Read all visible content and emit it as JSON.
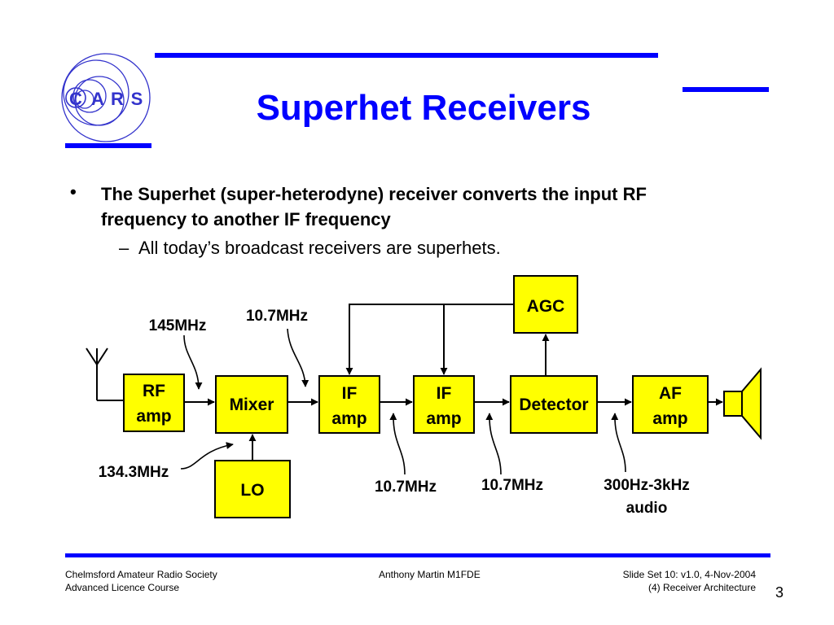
{
  "logo": {
    "letters": [
      "C",
      "A",
      "R",
      "S"
    ]
  },
  "title": "Superhet Receivers",
  "bullets": {
    "main_marker": "•",
    "main_line1": "The Superhet (super-heterodyne) receiver converts the input RF",
    "main_line2": "frequency to another IF frequency",
    "sub_marker": "–",
    "sub_text": "All today’s broadcast receivers are superhets."
  },
  "diagram": {
    "blocks": {
      "rf_amp": [
        "RF",
        "amp"
      ],
      "mixer": "Mixer",
      "if_amp1": [
        "IF",
        "amp"
      ],
      "if_amp2": [
        "IF",
        "amp"
      ],
      "detector": "Detector",
      "af_amp": [
        "AF",
        "amp"
      ],
      "agc": "AGC",
      "lo": "LO"
    },
    "labels": {
      "rf_freq": "145MHz",
      "mixer_out_freq": "10.7MHz",
      "lo_freq": "134.3MHz",
      "if1_out_freq": "10.7MHz",
      "if2_out_freq": "10.7MHz",
      "audio_line1": "300Hz-3kHz",
      "audio_line2": "audio"
    },
    "colors": {
      "block_fill": "#ffff00",
      "line": "#000000"
    }
  },
  "footer": {
    "left_line1": "Chelmsford Amateur Radio Society",
    "left_line2": "Advanced Licence Course",
    "center": "Anthony Martin M1FDE",
    "right_line1": "Slide Set 10:  v1.0,  4-Nov-2004",
    "right_line2": "(4) Receiver Architecture",
    "page_number": "3"
  },
  "colors": {
    "accent": "#0000ff"
  }
}
